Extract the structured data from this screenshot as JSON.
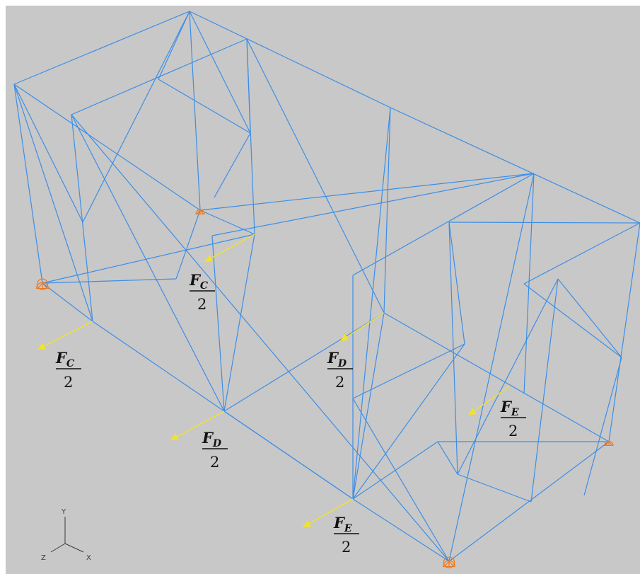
{
  "colors": {
    "background": "#c8c8c8",
    "members": "#3d8ee6",
    "loads": "#f2e22a",
    "supports": "#ee7a1e",
    "labels": "#111111"
  },
  "loads": [
    {
      "force": "F",
      "sub": "C",
      "den": "2"
    },
    {
      "force": "F",
      "sub": "C",
      "den": "2"
    },
    {
      "force": "F",
      "sub": "D",
      "den": "2"
    },
    {
      "force": "F",
      "sub": "D",
      "den": "2"
    },
    {
      "force": "F",
      "sub": "E",
      "den": "2"
    },
    {
      "force": "F",
      "sub": "E",
      "den": "2"
    }
  ],
  "supports": [
    "pin-support",
    "pin-support",
    "pin-support",
    "pin-support"
  ],
  "axes": {
    "y": "Y",
    "z": "Z",
    "x": "X"
  }
}
